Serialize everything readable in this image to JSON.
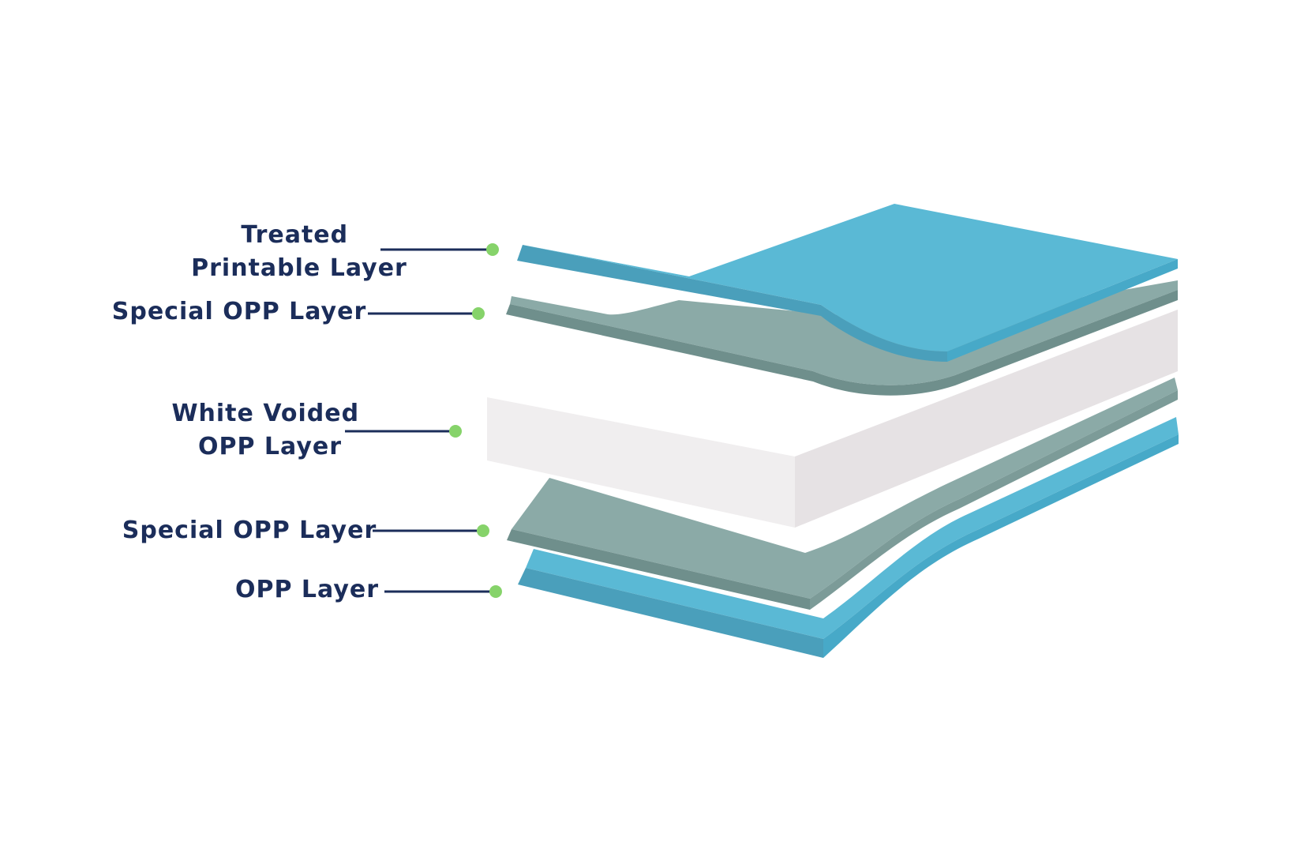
{
  "colors": {
    "background": "#ffffff",
    "label_text": "#1b2d5a",
    "leader_line": "#1b2d5a",
    "marker_dot": "#86d36a",
    "blue_layer": "#5ab9d5",
    "blue_layer_shade": "#4a9fbb",
    "gray_layer": "#8baaa7",
    "gray_layer_shade": "#6f8f8c",
    "white_layer_top": "#ffffff",
    "white_layer_front": "#f0eeef",
    "white_layer_side": "#e6e2e4"
  },
  "labels": {
    "treated_printable": [
      "Treated",
      "Printable Layer"
    ],
    "special_opp_top": [
      "Special OPP Layer"
    ],
    "white_voided": [
      "White Voided",
      "OPP Layer"
    ],
    "special_opp_bottom": [
      "Special OPP Layer"
    ],
    "opp": [
      "OPP Layer"
    ]
  }
}
